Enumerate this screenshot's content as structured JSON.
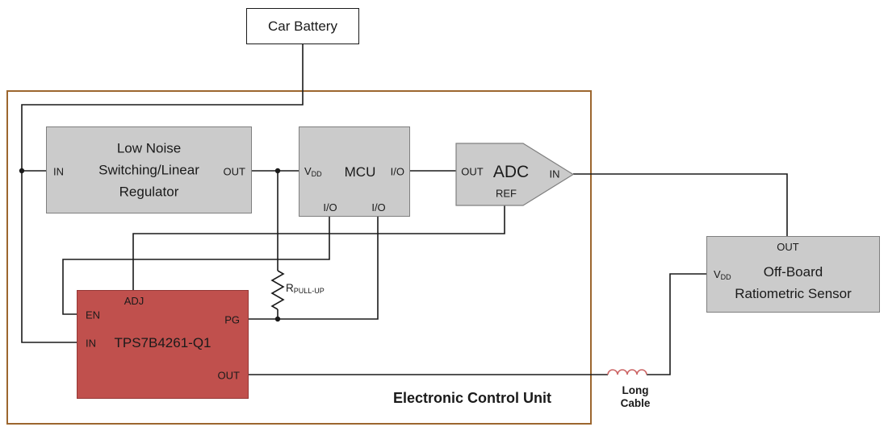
{
  "diagram": {
    "car_battery": {
      "label": "Car Battery"
    },
    "ecu": {
      "label": "Electronic Control Unit"
    },
    "regulator": {
      "title_lines": [
        "Low Noise",
        "Switching/Linear",
        "Regulator"
      ],
      "pins": {
        "in": "IN",
        "out": "OUT"
      }
    },
    "mcu": {
      "title": "MCU",
      "pins": {
        "vdd_base": "V",
        "vdd_sub": "DD",
        "io_right": "I/O",
        "io_bottom_left": "I/O",
        "io_bottom_right": "I/O"
      }
    },
    "adc": {
      "title": "ADC",
      "pins": {
        "out": "OUT",
        "in": "IN",
        "ref": "REF"
      }
    },
    "tracker": {
      "title": "TPS7B4261-Q1",
      "pins": {
        "adj": "ADJ",
        "en": "EN",
        "in": "IN",
        "pg": "PG",
        "out": "OUT"
      }
    },
    "pullup_resistor": {
      "label_base": "R",
      "label_sub": "PULL-UP"
    },
    "long_cable": {
      "label_lines": [
        "Long",
        "Cable"
      ]
    },
    "sensor": {
      "title_lines": [
        "Off-Board",
        "Ratiometric Sensor"
      ],
      "pins": {
        "out": "OUT",
        "vdd_base": "V",
        "vdd_sub": "DD"
      }
    },
    "colors": {
      "block_fill": "#cbcbcb",
      "block_border": "#7f7f7f",
      "tracker_fill": "#c0504d",
      "tracker_border": "#953735",
      "ecu_border": "#9c662e",
      "wire": "#1a1a1a",
      "inductor_coil": "#cc6666",
      "junction_dot": "#1a1a1a"
    }
  }
}
